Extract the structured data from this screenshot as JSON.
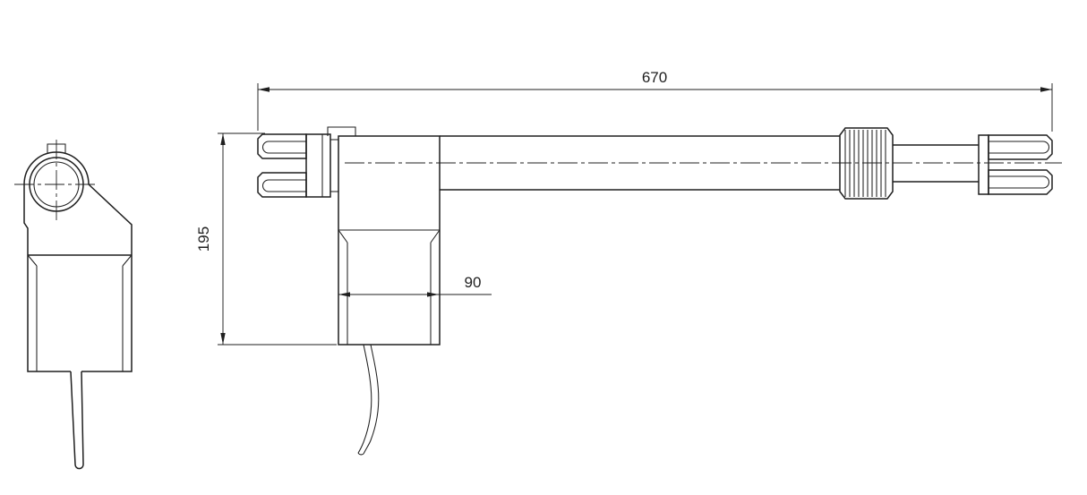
{
  "drawing": {
    "type": "technical-dimension-drawing",
    "subject": "linear-actuator-two-views",
    "dimensions": {
      "overall_length": "670",
      "height": "195",
      "housing_width": "90"
    },
    "colors": {
      "line": "#1f1f1f",
      "background": "#ffffff"
    }
  }
}
